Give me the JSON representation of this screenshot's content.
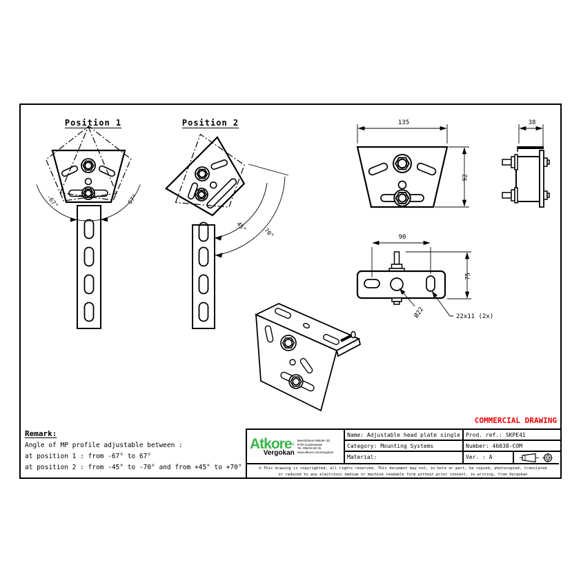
{
  "views": {
    "position1": {
      "title": "Position 1",
      "angle_left": "-67°",
      "angle_right": "67°"
    },
    "position2": {
      "title": "Position 2",
      "angle_inner": "45°",
      "angle_outer": "70°"
    },
    "front": {
      "dim_width": "135",
      "dim_height": "92"
    },
    "side": {
      "dim_width": "38"
    },
    "top": {
      "dim_width": "90",
      "dim_height": "75",
      "hole_label": "Ø22",
      "slot_label": "22x11 (2x)"
    }
  },
  "stamp": {
    "text": "COMMERCIAL DRAWING",
    "color": "#ee0000"
  },
  "remark": {
    "title": "Remark:",
    "lines": [
      "Angle of MP profile adjustable between :",
      "at position 1 : from -67° to 67°",
      "at position 2 : from -45° to -70° and from +45° to +70°"
    ]
  },
  "title_block": {
    "brand": {
      "name": "Atkore",
      "reg": "®",
      "sub": "Vergokan",
      "green": "#3bb54a",
      "address": [
        "Meersbloem-Melden 4b",
        "9700 Oudenaarde",
        "Tel. 055/33 60 35",
        "www.atkore.com/vergokan"
      ]
    },
    "name_label": "Name:",
    "name_value": "Adjustable head plate single",
    "category_label": "Category:",
    "category_value": "Mounting Systems",
    "material_label": "Material:",
    "material_value": "",
    "prodref_label": "Prod. ref.:",
    "prodref_value": "SKPE41",
    "number_label": "Number:",
    "number_value": "46038-COM",
    "ver_label": "Ver. :",
    "ver_value": "A",
    "copyright_line1": "© This drawing is copyrighted, all rights reserved. This document may not, in hole or part, be copied, photocopied, translated",
    "copyright_line2": "or reduced to any electronic medium or machine readable form without prior consent, in writing, from Vergokan"
  }
}
